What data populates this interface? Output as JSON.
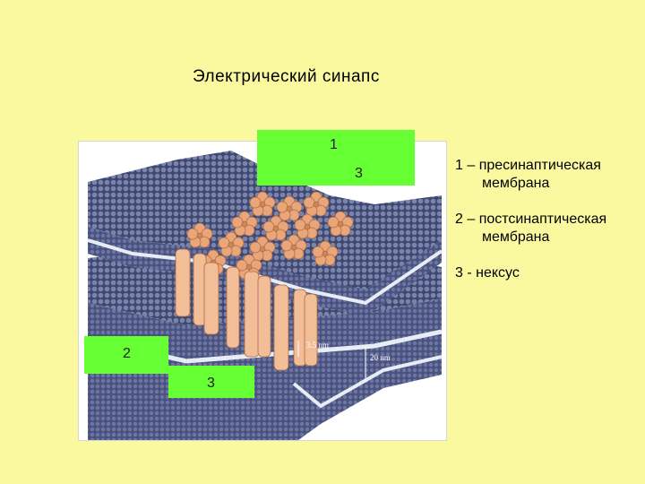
{
  "title": "Электрический синапс",
  "callouts": {
    "box1": "1",
    "box1_inner": "3",
    "box2": "2",
    "box3": "3"
  },
  "measurements": {
    "gap": "3.5 nm",
    "thickness": "20 nm"
  },
  "legend": {
    "item1_line1": "1 – пресинаптическая",
    "item1_line2": "мембрана",
    "item2_line1": "2 – постсинаптическая",
    "item2_line2": "мембрана",
    "item3": "3 - нексус"
  },
  "colors": {
    "background": "#FBF9A0",
    "label_box": "#66FF33",
    "membrane": "#5B6690",
    "membrane_dark": "#3E4870",
    "connexon": "#E9A67A"
  }
}
